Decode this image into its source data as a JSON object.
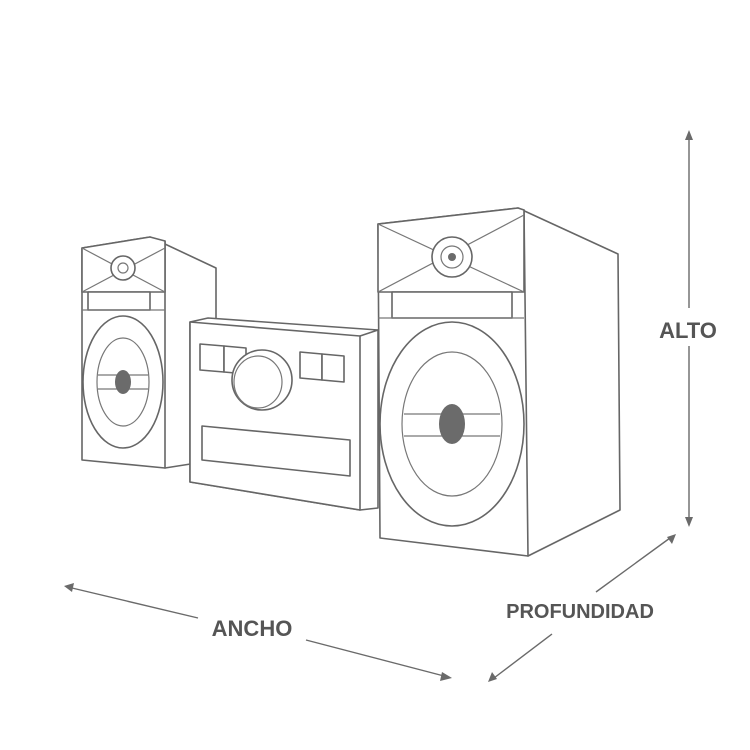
{
  "dimensions": {
    "height_label": "ALTO",
    "width_label": "ANCHO",
    "depth_label": "PROFUNDIDAD"
  },
  "colors": {
    "line": "#666666",
    "label": "#555555",
    "background": "#ffffff"
  }
}
